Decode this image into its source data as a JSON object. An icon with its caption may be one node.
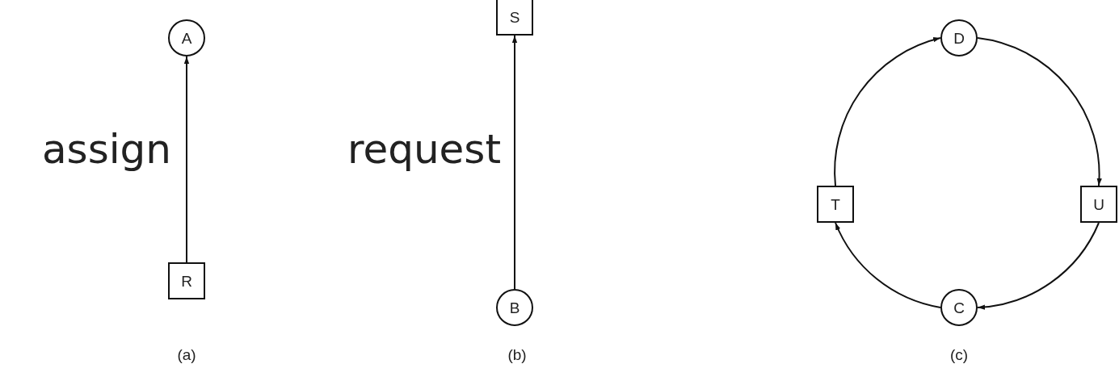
{
  "diagram": {
    "nodes": [
      {
        "text": [
          "A"
        ]
      },
      {
        "text": [
          "R"
        ]
      },
      {
        "text": [
          "S"
        ]
      },
      {
        "text": [
          "B"
        ]
      },
      {
        "text": [
          "D"
        ]
      },
      {
        "text": [
          "T"
        ]
      },
      {
        "text": [
          "U"
        ]
      },
      {
        "text": [
          "C"
        ]
      }
    ],
    "edges": [
      {
        "from": 1,
        "to": 0,
        "arrow": "to",
        "label": "assign"
      },
      {
        "from": 3,
        "to": 2,
        "arrow": "to",
        "label": "request"
      },
      {
        "from": 5,
        "to": 4,
        "arrow": "to"
      },
      {
        "from": 4,
        "to": 6,
        "arrow": "to"
      },
      {
        "from": 6,
        "to": 7,
        "arrow": "to"
      },
      {
        "from": 7,
        "to": 5,
        "arrow": "to"
      }
    ],
    "labels": [
      "(a)",
      "(b)",
      "(c)"
    ]
  }
}
